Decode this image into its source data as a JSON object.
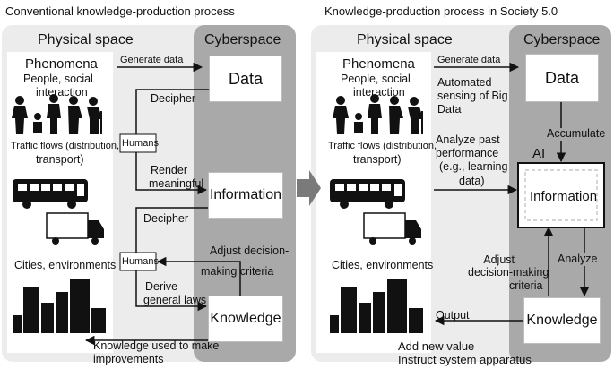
{
  "left": {
    "title": "Conventional knowledge-production process",
    "physical": "Physical space",
    "cyber": "Cyberspace",
    "phenomena": "Phenomena",
    "people": "People, social",
    "people2": "interaction",
    "traffic": "Traffic flows (distribution,",
    "traffic2": "transport)",
    "cities": "Cities, environments",
    "generate": "Generate data",
    "decipher1": "Decipher",
    "humans1": "Humans",
    "render1": "Render",
    "render2": "meaningful",
    "decipher2": "Decipher",
    "humans2": "Humans",
    "adjust1": "Adjust decision-",
    "adjust2": "making criteria",
    "derive1": "Derive",
    "derive2": "general laws",
    "used1": "Knowledge used to make",
    "used2": "improvements",
    "data": "Data",
    "information": "Information",
    "knowledge": "Knowledge"
  },
  "right": {
    "title": "Knowledge-production process in Society 5.0",
    "physical": "Physical space",
    "cyber": "Cyberspace",
    "phenomena": "Phenomena",
    "people": "People, social",
    "people2": "interaction",
    "traffic": "Traffic flows (distribution,",
    "traffic2": "transport)",
    "cities": "Cities, environments",
    "generate": "Generate data",
    "auto1": "Automated",
    "auto2": "sensing of Big",
    "auto3": "Data",
    "analyze1": "Analyze past",
    "analyze2": "performance",
    "analyze3": "(e.g., learning",
    "analyze4": "data)",
    "accumulate": "Accumulate",
    "ai": "AI",
    "adjust1": "Adjust",
    "adjust2": "decision-making",
    "adjust3": "criteria",
    "analyze": "Analyze",
    "output": "Output",
    "addvalue": "Add new value",
    "instruct": "Instruct system apparatus",
    "data": "Data",
    "information": "Information",
    "knowledge": "Knowledge"
  },
  "colors": {
    "physical_bg": "#ececec",
    "cyber_bg": "#a9a9a9",
    "arrow": "#111111",
    "center_arrow": "#7a7a7a"
  }
}
